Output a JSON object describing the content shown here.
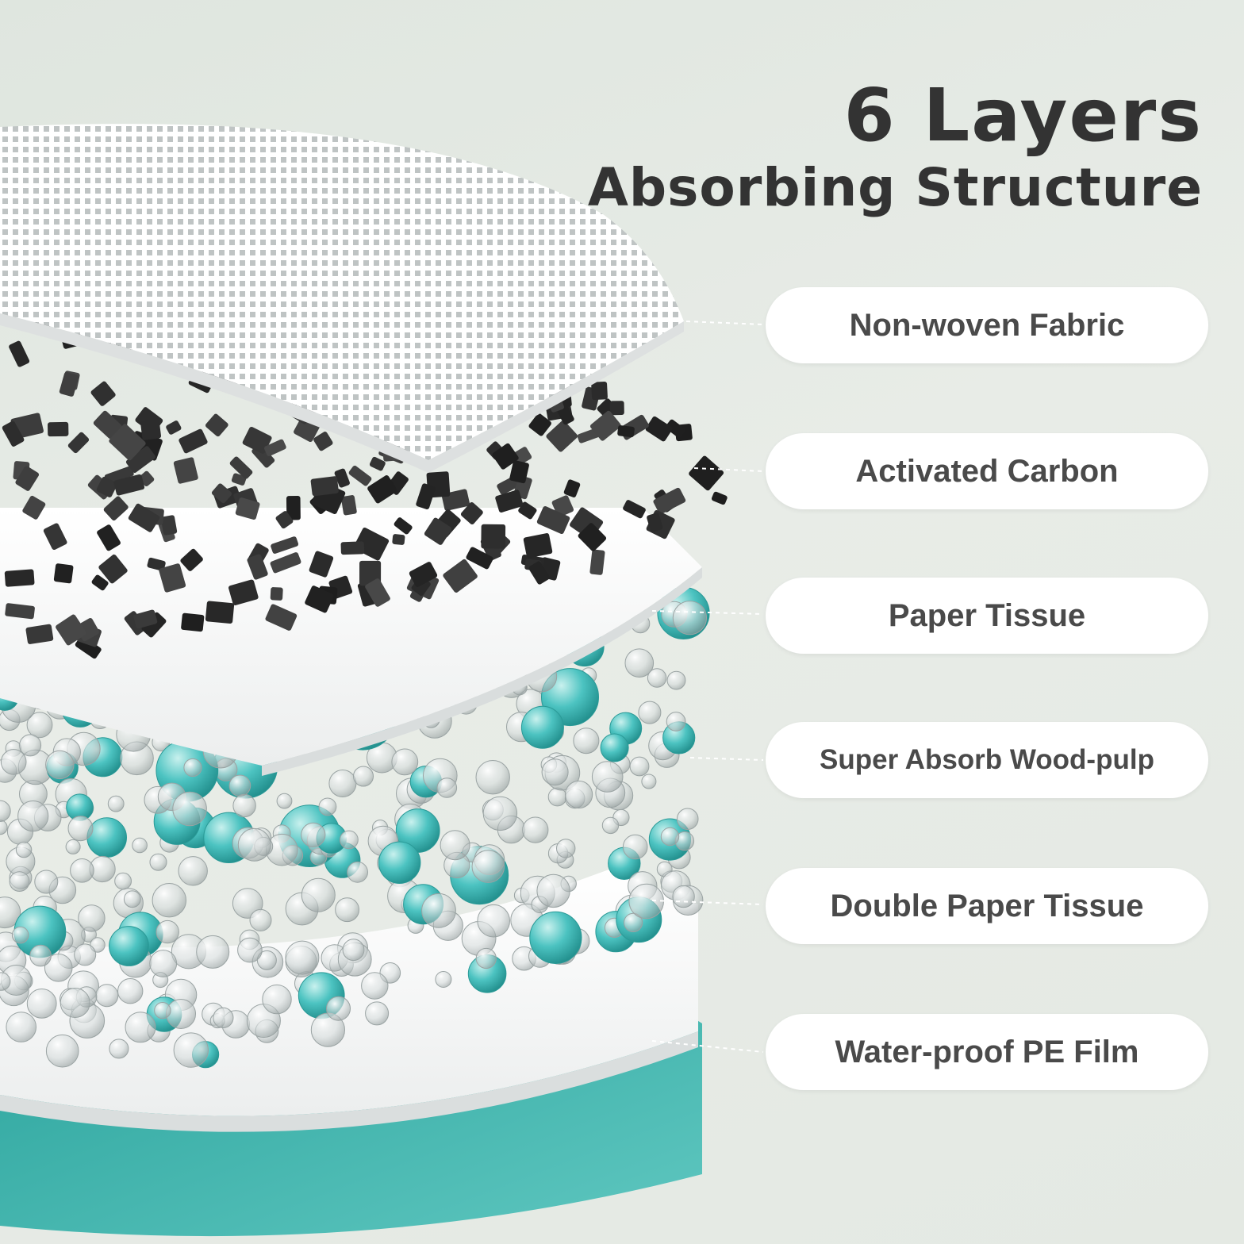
{
  "heading": {
    "title": "6 Layers",
    "subtitle": "Absorbing Structure"
  },
  "layers": [
    {
      "label": "Non-woven Fabric"
    },
    {
      "label": "Activated Carbon"
    },
    {
      "label": "Paper Tissue"
    },
    {
      "label": "Super Absorb Wood-pulp"
    },
    {
      "label": "Double Paper Tissue"
    },
    {
      "label": "Water-proof PE Film"
    }
  ],
  "colors": {
    "background": "#e3e8e2",
    "heading_text": "#333333",
    "label_text": "#4a4a4a",
    "pe_film": "#3fb4ad",
    "gel_bead": "#4cc3c1",
    "carbon": "#2e2e2e",
    "tissue": "#ffffff"
  }
}
